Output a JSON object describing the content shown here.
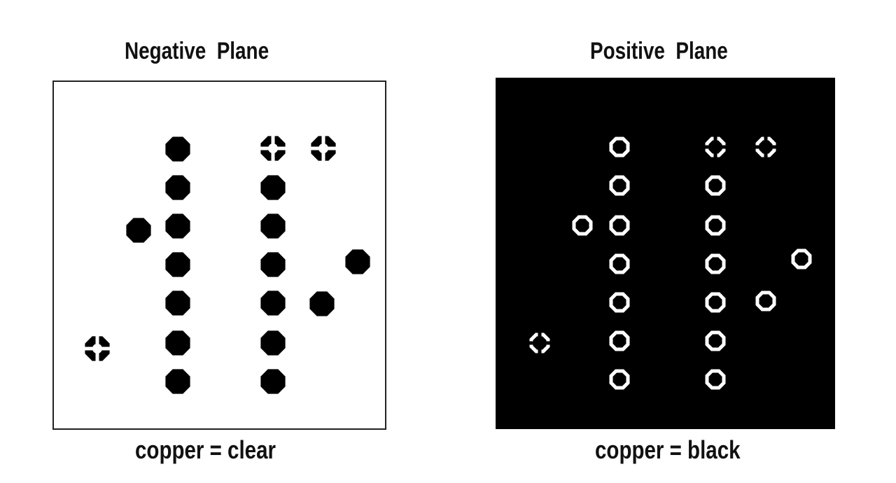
{
  "negative": {
    "title": "Negative  Plane",
    "caption": "copper = clear",
    "background": "#ffffff",
    "pad_color": "#000000"
  },
  "positive": {
    "title": "Positive  Plane",
    "caption": "copper = black",
    "background": "#000000",
    "pad_color": "#ffffff"
  }
}
